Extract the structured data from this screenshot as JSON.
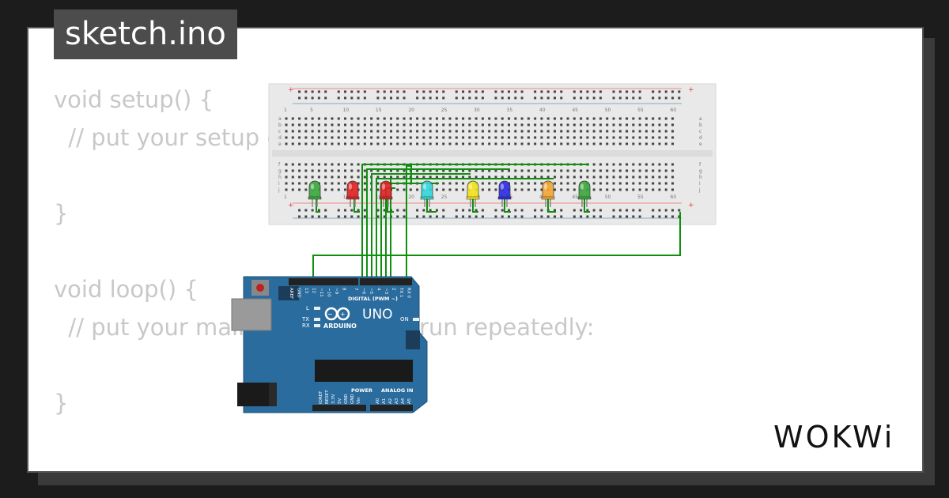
{
  "tab": {
    "filename": "sketch.ino"
  },
  "code": {
    "lines": [
      "void setup() {",
      "  // put your setup code here, to run once:",
      "",
      "}",
      "",
      "void loop() {",
      "  // put your main code here, to run repeatedly:",
      "",
      "}"
    ]
  },
  "breadboard": {
    "column_numbers": [
      "1",
      "5",
      "10",
      "15",
      "20",
      "25",
      "30",
      "35",
      "40",
      "45",
      "50",
      "55",
      "60"
    ],
    "row_letters_top": [
      "a",
      "b",
      "c",
      "d",
      "e"
    ],
    "row_letters_bottom": [
      "f",
      "g",
      "h",
      "i",
      "j"
    ],
    "rail_plus": "+",
    "rail_minus": "-"
  },
  "leds": [
    {
      "color": "#3aa63a"
    },
    {
      "color": "#e02020"
    },
    {
      "color": "#e02020"
    },
    {
      "color": "#33d6d6"
    },
    {
      "color": "#f2e21c"
    },
    {
      "color": "#2a2ae0"
    },
    {
      "color": "#f2a531"
    },
    {
      "color": "#3aa63a"
    }
  ],
  "arduino": {
    "brand": "ARDUINO",
    "model": "UNO",
    "digital_label": "DIGITAL (PWM ~)",
    "power_label": "POWER",
    "analog_label": "ANALOG IN",
    "on_label": "ON",
    "tx_label": "TX",
    "rx_label": "RX",
    "l_label": "L",
    "top_pins": [
      "AREF",
      "GND",
      "13",
      "12",
      "~11",
      "~10",
      "~9",
      "8",
      "7",
      "~6",
      "~5",
      "4",
      "~3",
      "2",
      "TX 1",
      "RX 0"
    ],
    "bottom_pins": [
      "IOREF",
      "RESET",
      "3.3V",
      "5V",
      "GND",
      "GND",
      "Vin",
      "A0",
      "A1",
      "A2",
      "A3",
      "A4",
      "A5"
    ]
  },
  "logo": {
    "text": "WOKWi"
  },
  "colors": {
    "wire": "#0e8f0e",
    "board": "#2b6c9e",
    "breadboard": "#e9e9e9"
  }
}
